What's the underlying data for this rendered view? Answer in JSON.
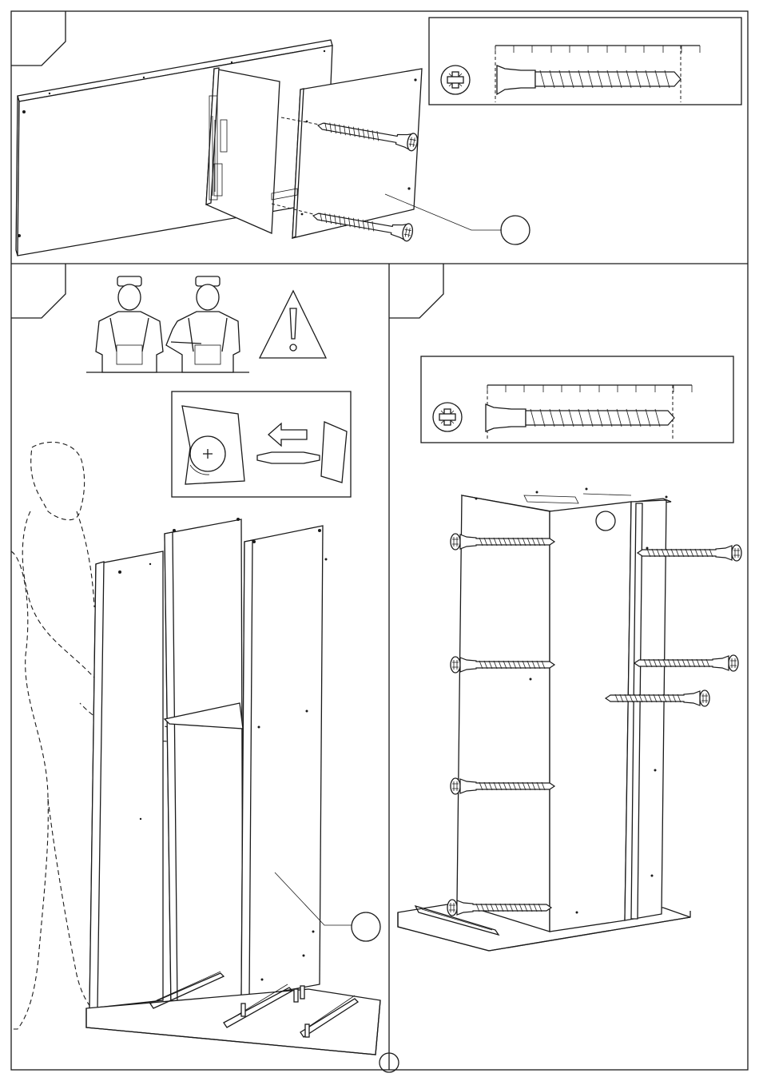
{
  "page": {
    "title": "",
    "page_number": ""
  },
  "steps": [
    {
      "id": "step-1",
      "number": "",
      "part_callout": ""
    },
    {
      "id": "step-2",
      "number": "",
      "part_callout": ""
    },
    {
      "id": "step-3",
      "number": "",
      "part_callout": ""
    }
  ],
  "screw_box": {
    "ruler_ticks": 11,
    "head_type": "phillips-pozidriv"
  },
  "icons": [
    "screw-detail-icon",
    "two-person-assembly-icon",
    "warning-triangle-icon",
    "screwdriver-direction-icon"
  ],
  "colors": {
    "line": "#1a1a1a",
    "background": "#ffffff"
  }
}
